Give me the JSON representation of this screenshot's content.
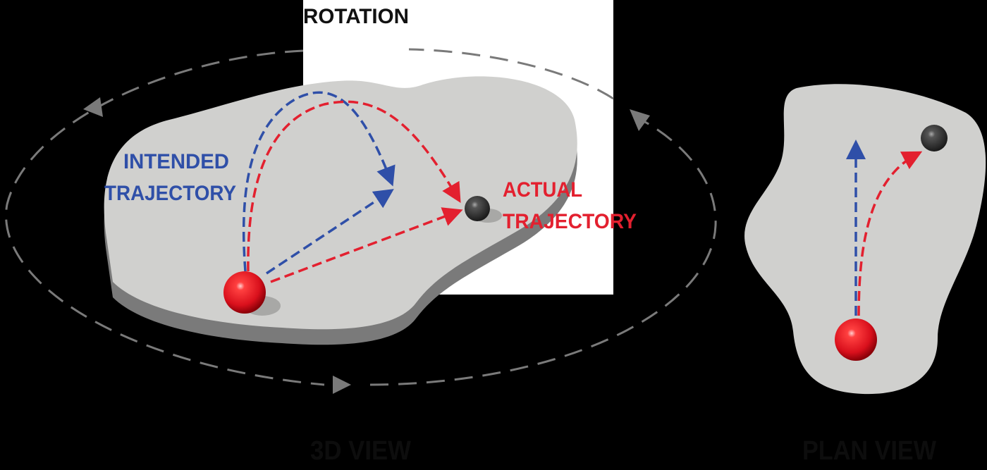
{
  "labels": {
    "rotation": "ROTATION",
    "intended_line1": "INTENDED",
    "intended_line2": "TRAJECTORY",
    "actual_line1": "ACTUAL",
    "actual_line2": "TRAJECTORY",
    "view_3d": "3D VIEW",
    "view_plan": "PLAN VIEW"
  },
  "colors": {
    "intended": "#2f4fa8",
    "actual": "#e3202f",
    "surface": "#d0d0ce",
    "surface_side": "#7a7a7a",
    "rotation_path": "#7a7a7a",
    "background": "#000000",
    "highlight_box": "#ffffff"
  }
}
